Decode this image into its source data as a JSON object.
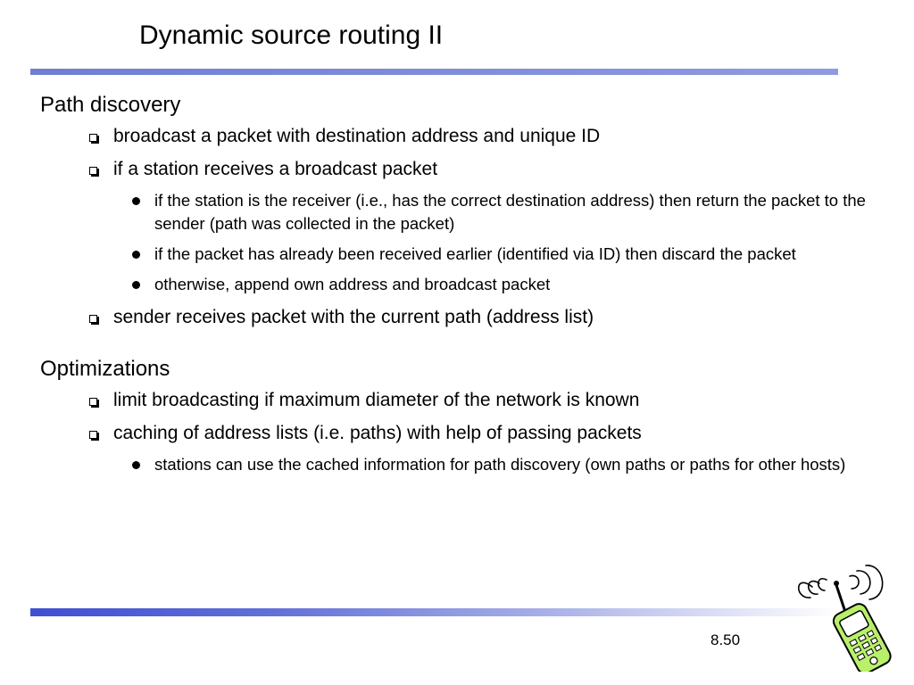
{
  "slide": {
    "title": "Dynamic source routing II",
    "page_number": "8.50"
  },
  "sections": [
    {
      "heading": "Path discovery",
      "items": [
        {
          "text": "broadcast a packet with destination address and unique ID",
          "subitems": []
        },
        {
          "text": "if a station receives a broadcast packet",
          "subitems": [
            "if the station is the receiver (i.e., has the correct destination address) then return the packet to the sender (path was collected in the packet)",
            "if the packet has already been received earlier (identified via ID) then discard the packet",
            "otherwise, append own address and broadcast packet"
          ]
        },
        {
          "text": "sender receives packet with the current path (address list)",
          "subitems": []
        }
      ]
    },
    {
      "heading": "Optimizations",
      "items": [
        {
          "text": "limit broadcasting if maximum diameter of the network is known",
          "subitems": []
        },
        {
          "text": "caching of address lists (i.e. paths) with help of passing packets",
          "subitems": [
            "stations can use the cached information for path discovery (own paths or paths for other hosts)"
          ]
        }
      ]
    }
  ],
  "decor": {
    "rule_color": "#7a86d8",
    "bottom_rule_color": "#3f4fd2",
    "phone_icon": "mobile-phone-clipart-icon",
    "phone_color": "#b8f06a"
  }
}
